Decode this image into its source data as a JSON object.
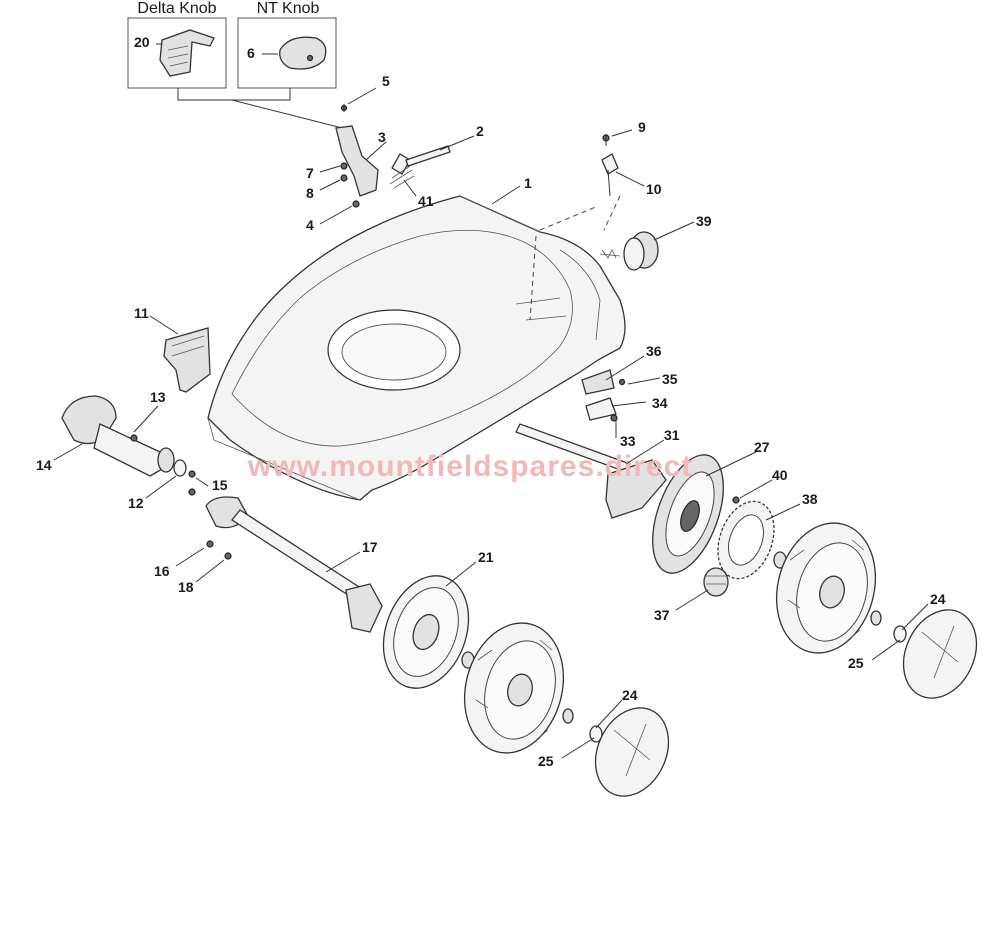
{
  "boxes": [
    {
      "title": "Delta Knob",
      "part": "20"
    },
    {
      "title": "NT Knob",
      "part": "6"
    }
  ],
  "labels": [
    "1",
    "2",
    "3",
    "4",
    "5",
    "7",
    "8",
    "9",
    "10",
    "39",
    "41",
    "11",
    "13",
    "14",
    "12",
    "15",
    "16",
    "18",
    "17",
    "21",
    "36",
    "35",
    "34",
    "33",
    "31",
    "27",
    "40",
    "38",
    "37",
    "24",
    "25",
    "24b",
    "25b"
  ],
  "label_text": {
    "1": "1",
    "2": "2",
    "3": "3",
    "4": "4",
    "5": "5",
    "7": "7",
    "8": "8",
    "9": "9",
    "10": "10",
    "39": "39",
    "41": "41",
    "11": "11",
    "13": "13",
    "14": "14",
    "12": "12",
    "15": "15",
    "16": "16",
    "18": "18",
    "17": "17",
    "21": "21",
    "36": "36",
    "35": "35",
    "34": "34",
    "33": "33",
    "31": "31",
    "27": "27",
    "40": "40",
    "38": "38",
    "37": "37",
    "24": "24",
    "25": "25",
    "24b": "24",
    "25b": "25"
  },
  "watermark": "www.mountfieldspares.direct"
}
